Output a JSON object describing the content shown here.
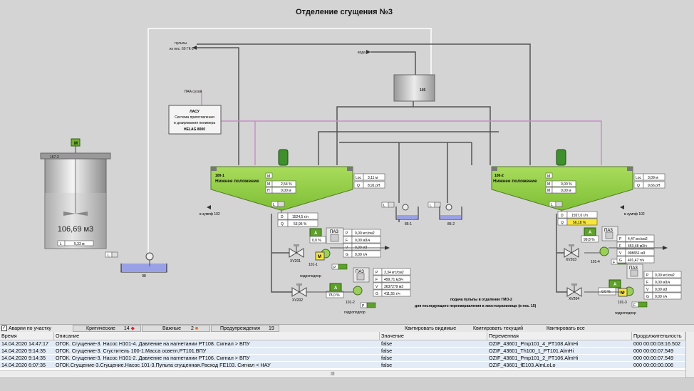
{
  "title": "Отделение сгущения №3",
  "labels": {
    "pulpy": "пульпы",
    "iz_pos": "из пос. 60 ГК-2",
    "voda": "вода",
    "tank105": "105",
    "paa": "ПАА сухой",
    "lasu1": "ЛАСУ",
    "lasu2": "Система приготовления",
    "lasu3": "и дозирования полимера",
    "lasu4": "HELAG 8000",
    "v_zumpf_102_left": "в зумпф 102",
    "v_zumpf_102_right": "в зумпф 102",
    "pump98": "98",
    "pump85_1": "85-1",
    "pump85_2": "85-2",
    "gidro1": "гидроподпор",
    "gidro2": "гидроподпор",
    "gidro3": "гидроподпор",
    "note1": "подача пульпы в отделение ГМО-2",
    "note2": "для последующего перенаправления в хвостохранилище (в пос. 15)"
  },
  "tank167": {
    "id": "167-2",
    "volume": "106,69 м3",
    "level_label": "L",
    "level_value": "5,33 м",
    "level_fraction": 0.62
  },
  "thickener100_1": {
    "id": "100-1",
    "status": "Нижнее положение",
    "M_label": "M",
    "pct": "2,54 %",
    "H_label": "H",
    "h_val": "0,00 м",
    "Loc_label": "Loc",
    "loc_val": "3,11 м",
    "pH_label": "Q",
    "ph_val": "8,91 pH",
    "L_label": "L"
  },
  "thickener100_2": {
    "id": "100-2",
    "status": "Нижнее положение",
    "M_label": "M",
    "pct": "0,00 %",
    "H_label": "M",
    "h_val": "0,00 м",
    "Loc_label": "Loc",
    "loc_val": "3,09 м",
    "pH_label": "Q",
    "ph_val": "9,66 pH",
    "L_label": "L"
  },
  "dens_left": {
    "D_label": "D",
    "d_val": "1524,5 г/л",
    "Q_label": "Q",
    "q_val": "53,95 %"
  },
  "dens_right": {
    "D_label": "D",
    "d_val": "1557,0 г/л",
    "Q_label": "Q",
    "q_val": "56,18 %"
  },
  "pumps": {
    "p101_1": {
      "id": "101-1",
      "mode": "A",
      "mode2": "M",
      "pct": "0,0 %",
      "paz": "ПАЗ",
      "P": "0,00 кгс/см2",
      "F": "0,00 м3/ч",
      "V": "0,00 м3",
      "G": "0,00 т/ч",
      "valve": "XV201",
      "f": "P"
    },
    "p101_2": {
      "id": "101-2",
      "mode": "A",
      "pct": "78,0 %",
      "paz": "ПАЗ",
      "P": "3,34 кгс/см2",
      "F": "499,71 м3/ч",
      "V": "3637279 м3",
      "G": "411,55 т/ч",
      "valve": "XV202",
      "f": "P"
    },
    "p101_4": {
      "id": "101-4",
      "mode": "A",
      "pct": "99,8 %",
      "paz": "ПАЗ",
      "P": "4,47 кгс/см2",
      "F": "453,48 м3/ч",
      "V": "998651 м3",
      "G": "401,47 т/ч",
      "valve": "XV203",
      "f": "F"
    },
    "p101_3": {
      "id": "101-3",
      "mode": "A",
      "mode2": "M",
      "pct": "0,0 %",
      "paz": "ПАЗ",
      "P": "0,00 кгс/см2",
      "F": "0,00 м3/ч",
      "V": "0,00 м3",
      "G": "0,00 т/ч",
      "valve": "XV204",
      "f": "F"
    }
  },
  "alarm_bar": {
    "checkbox_label": "Аварии по участку",
    "critical_label": "Критические",
    "critical_count": "14",
    "important_label": "Важные",
    "important_count": "2",
    "warnings_label": "Предупреждения",
    "warnings_count": "19",
    "ack_visible": "Квитировать видимые",
    "ack_current": "Квитировать текущий",
    "ack_all": "Квитировать все"
  },
  "alarm_table": {
    "columns": [
      "Время",
      "Описание",
      "Значение",
      "Переменная",
      "Продолжительность"
    ],
    "rows": [
      [
        "14.04.2020 14:47:17",
        "ОГОК. Сгущение-3. Насос Н101-4. Давление на нагнетании PT108. Сигнал > ВПУ",
        "false",
        "OZIF_43601_Pmp101_4_PT108.AlmHi",
        "000 00:00:03:16.502"
      ],
      [
        "14.04.2020 9:14:35",
        "ОГОК. Сгущение-3. Сгуститель 100-1.Масса осветл.PT101.ВПУ",
        "false",
        "OZIF_43601_Th100_1_PT101.AlmHi",
        "000 00:00:07.549"
      ],
      [
        "14.04.2020 9:14:35",
        "ОГОК. Сгущение-3. Насос Н101-2. Давление на нагнетании PT106. Сигнал > ВПУ",
        "false",
        "OZIF_43601_Pmp101_2_PT106.AlmHi",
        "000 00:00:07.549"
      ],
      [
        "14.04.2020 6:07:35",
        "ОГОК.Сгущение-3.Сгущение.Насос 101-3.Пульпа сгущенная.Расход FE103. Сигнал < НАУ",
        "false",
        "OZIF_43601_fE103.AlmLoLo",
        "000 00:00:00.006"
      ]
    ]
  },
  "colors": {
    "green": "#8fce3a",
    "green_dark": "#5ea02a",
    "pink": "#c98fc9",
    "highlight": "#f8e63c"
  }
}
